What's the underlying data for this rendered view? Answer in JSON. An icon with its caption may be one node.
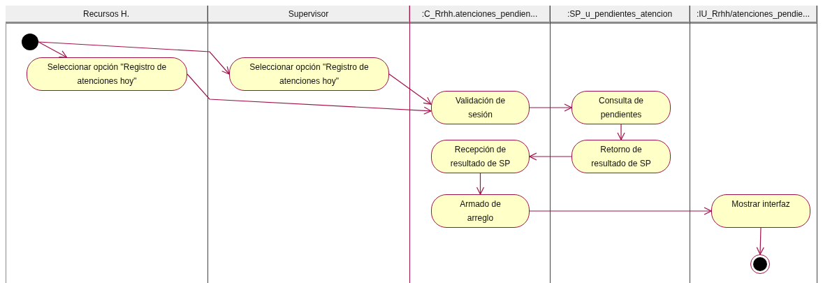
{
  "diagram": {
    "nodes": [
      {
        "text": [
          "Recursos H."
        ]
      },
      {
        "text": [
          "Supervisor"
        ]
      },
      {
        "text": [
          ":C_Rrhh.atenciones_pendien..."
        ]
      },
      {
        "text": [
          ":SP_u_pendientes_atencion"
        ]
      },
      {
        "text": [
          ":IU_Rrhh/atenciones_pendie..."
        ]
      },
      {
        "text": [],
        "shape": "circle",
        "in": 0
      },
      {
        "text": [
          "Seleccionar opción \"Registro de atenciones hoy\""
        ],
        "in": 0
      },
      {
        "text": [
          "Seleccionar opción \"Registro de atenciones hoy\""
        ],
        "in": 1
      },
      {
        "text": [
          "Validación de sesión"
        ],
        "in": 2
      },
      {
        "text": [
          "Consulta de pendientes"
        ],
        "in": 3
      },
      {
        "text": [
          "Recepción de resultado de SP"
        ],
        "in": 2
      },
      {
        "text": [
          "Retorno de resultado de SP"
        ],
        "in": 3
      },
      {
        "text": [
          "Armado de arreglo"
        ],
        "in": 2
      },
      {
        "text": [
          "Mostrar interfaz"
        ],
        "in": 4
      },
      {
        "text": [],
        "shape": "circle",
        "in": 4
      }
    ],
    "edges": [
      {
        "from": 5,
        "to": 6,
        "arrow": "to"
      },
      {
        "from": 5,
        "to": 7,
        "arrow": "to"
      },
      {
        "from": 6,
        "to": 8,
        "arrow": "to"
      },
      {
        "from": 7,
        "to": 8,
        "arrow": "to"
      },
      {
        "from": 8,
        "to": 9,
        "arrow": "to"
      },
      {
        "from": 9,
        "to": 11,
        "arrow": "to"
      },
      {
        "from": 11,
        "to": 10,
        "arrow": "to"
      },
      {
        "from": 10,
        "to": 12,
        "arrow": "to"
      },
      {
        "from": 12,
        "to": 13,
        "arrow": "to"
      },
      {
        "from": 13,
        "to": 14,
        "arrow": "to"
      }
    ]
  }
}
